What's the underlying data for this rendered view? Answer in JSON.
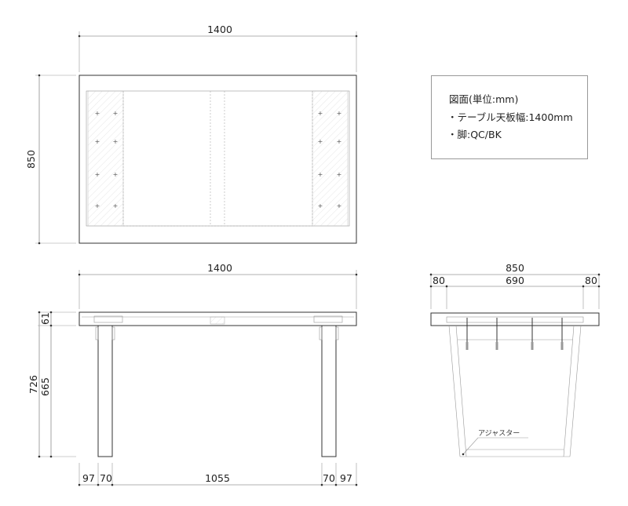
{
  "notes": {
    "line1": "図面(単位:mm)",
    "line2": "・テーブル天板幅:1400mm",
    "line3": "・脚:QC/BK"
  },
  "top_view": {
    "width_label": "1400",
    "depth_label": "850"
  },
  "front_view": {
    "width_label": "1400",
    "top_thickness_label": "61",
    "total_height_label": "726",
    "leg_height_label": "665",
    "bottom_dims": [
      "97",
      "70",
      "1055",
      "70",
      "97"
    ]
  },
  "side_view": {
    "width_label": "850",
    "sub_dims": [
      "80",
      "690",
      "80"
    ],
    "adjuster_label": "アジャスター"
  }
}
